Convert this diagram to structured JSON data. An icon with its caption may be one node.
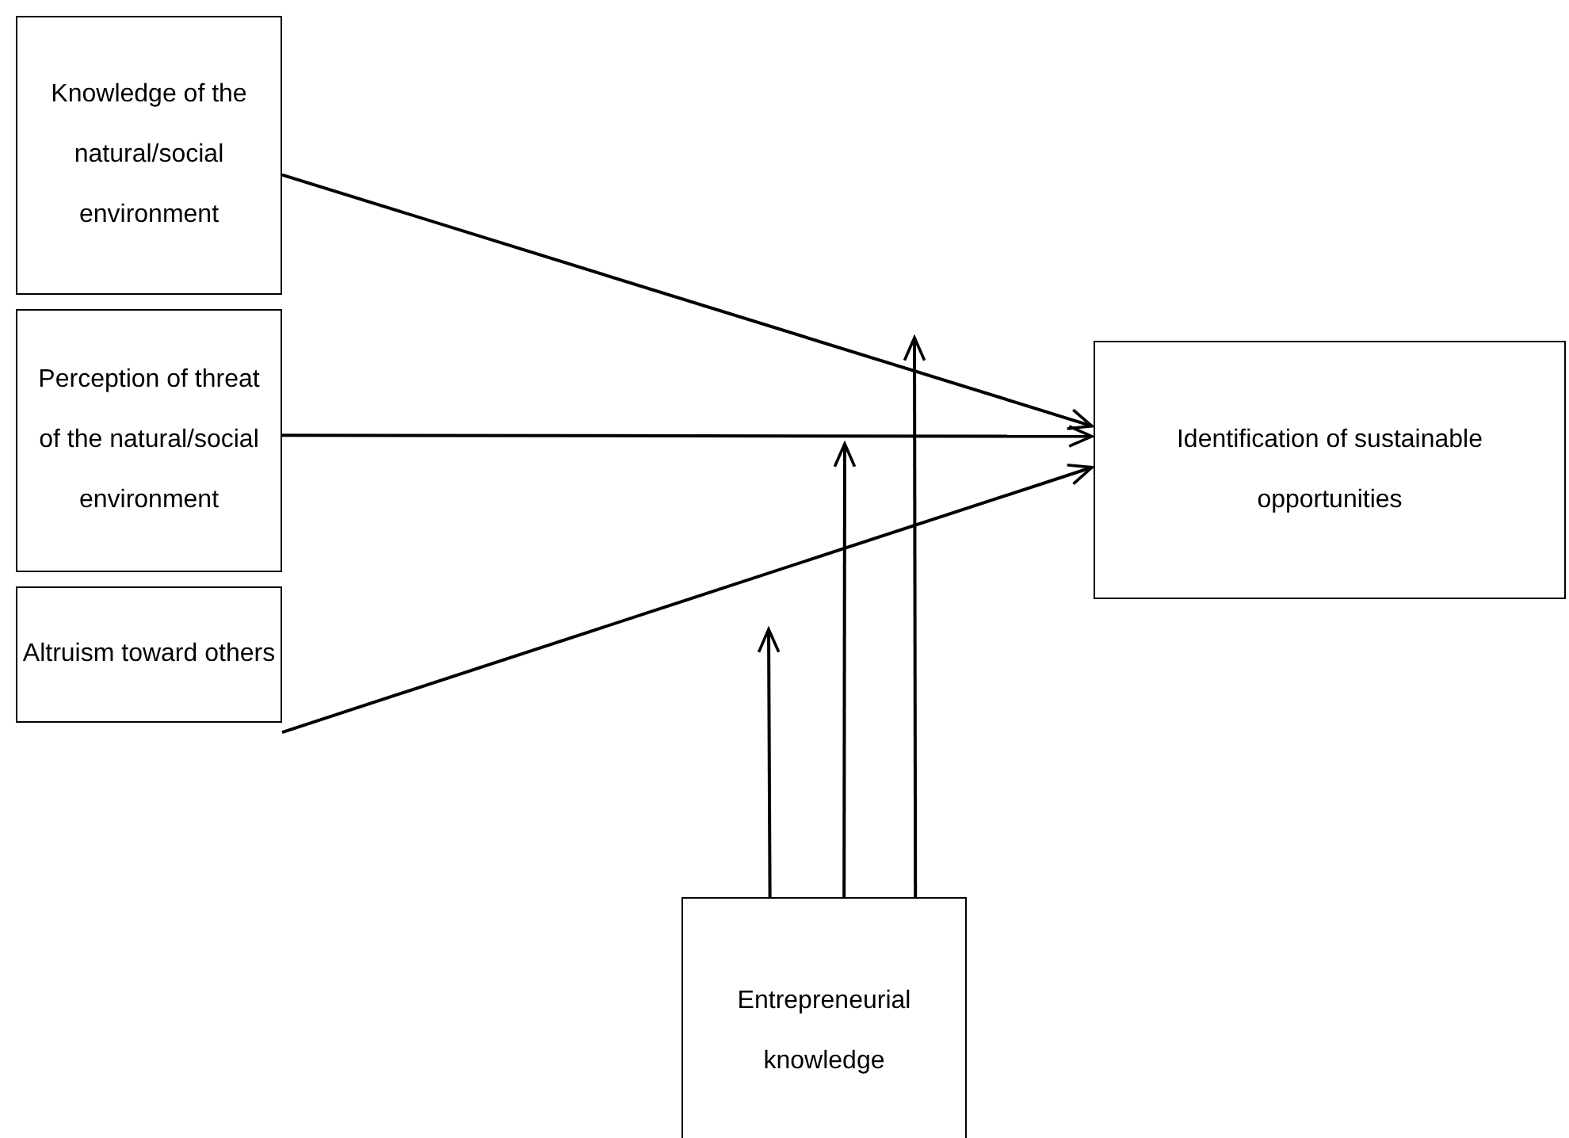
{
  "diagram": {
    "nodes": [
      {
        "text": [
          "Knowledge of the natural/social environment"
        ]
      },
      {
        "text": [
          "Perception of threat of the natural/social environment"
        ]
      },
      {
        "text": [
          "Altruism toward others"
        ]
      },
      {
        "text": [
          "Identification of sustainable opportunities"
        ]
      },
      {
        "text": [
          "Entrepreneurial knowledge"
        ]
      }
    ],
    "edges": [
      {
        "from": 0,
        "to": 3,
        "arrow": "to"
      },
      {
        "from": 1,
        "to": 3,
        "arrow": "to"
      },
      {
        "from": 2,
        "to": 3,
        "arrow": "to"
      },
      {
        "from": 4,
        "to": null,
        "arrow": "to"
      },
      {
        "from": 4,
        "to": null,
        "arrow": "to"
      },
      {
        "from": 4,
        "to": null,
        "arrow": "to"
      }
    ]
  }
}
